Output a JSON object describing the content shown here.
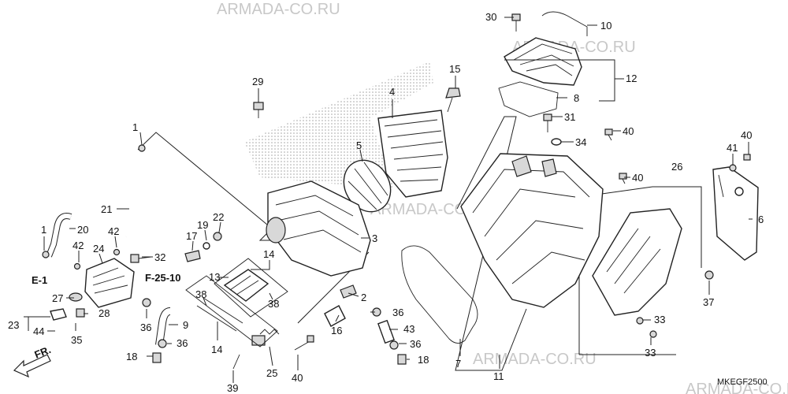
{
  "watermarks": [
    "ARMADA-CO.RU",
    "ARMADA-CO.RU",
    "ARMADA-CO.RU",
    "ARMADA-CO.RU",
    "ARMADA-CO.RU"
  ],
  "references": {
    "e1": "E-1",
    "f2510": "F-25-10",
    "fr": "FR."
  },
  "diagram_code": "MKEGF2500",
  "callouts": {
    "c30": "30",
    "c10": "10",
    "c12": "12",
    "c8": "8",
    "c15": "15",
    "c29": "29",
    "c4": "4",
    "c31": "31",
    "c40a": "40",
    "c34": "34",
    "c5": "5",
    "c1a": "1",
    "c21": "21",
    "c40b": "40",
    "c41": "41",
    "c40c": "40",
    "c26": "26",
    "c6": "6",
    "c3": "3",
    "c22": "22",
    "c19": "19",
    "c17": "17",
    "c20": "20",
    "c1b": "1",
    "c42a": "42",
    "c42b": "42",
    "c24": "24",
    "c32": "32",
    "c14a": "14",
    "c13": "13",
    "c38a": "38",
    "c38b": "38",
    "c2": "2",
    "c27": "27",
    "c28": "28",
    "c23": "23",
    "c44": "44",
    "c35": "35",
    "c36a": "36",
    "c36b": "36",
    "c36c": "36",
    "c36d": "36",
    "c9": "9",
    "c14b": "14",
    "c16": "16",
    "c43": "43",
    "c37": "37",
    "c33a": "33",
    "c33b": "33",
    "c18a": "18",
    "c18b": "18",
    "c25": "25",
    "c40d": "40",
    "c39": "39",
    "c7": "7",
    "c11": "11"
  }
}
